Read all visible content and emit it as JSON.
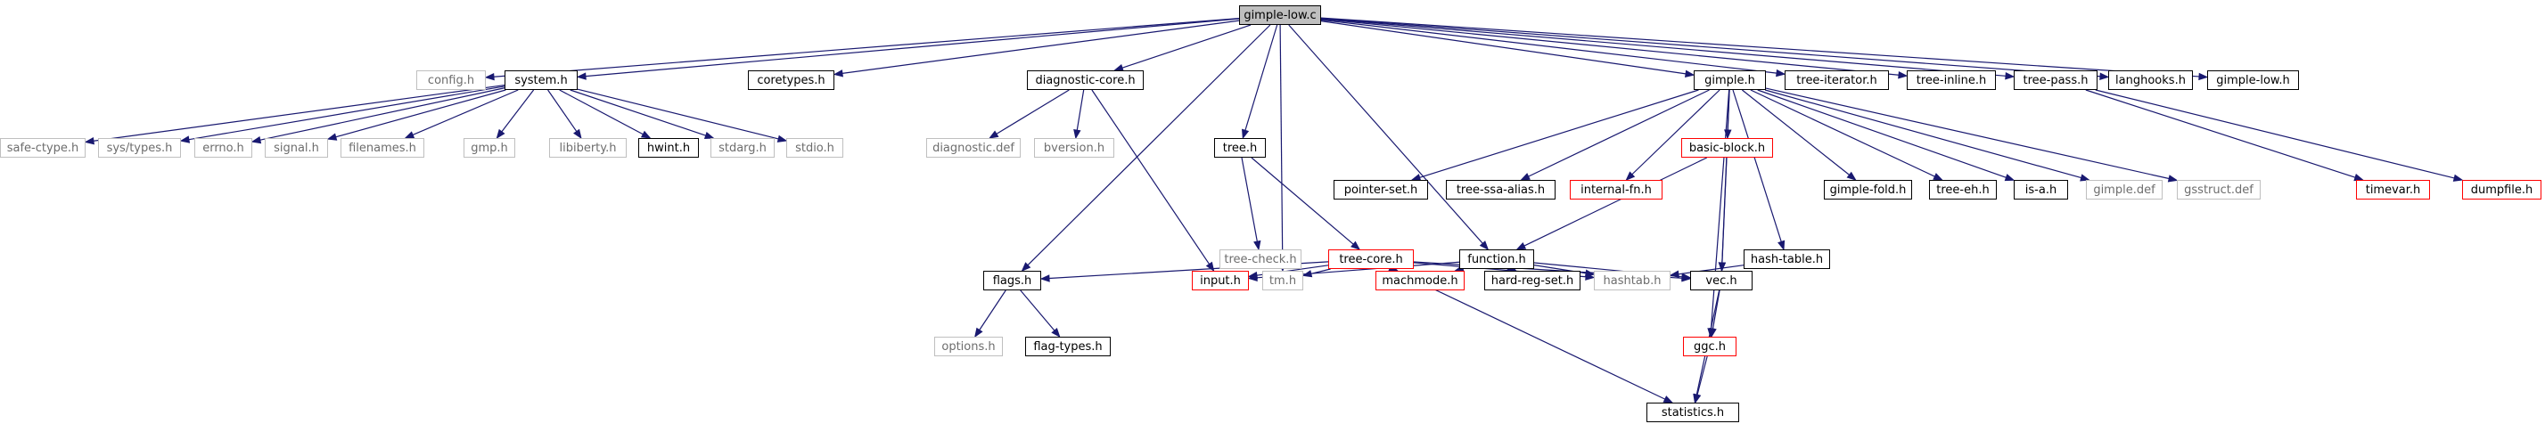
{
  "diagram": {
    "colors": {
      "edge": "#191970",
      "black_border": "#000000",
      "grey_border": "#bfbfbf",
      "grey_text": "#6d6d6d",
      "red_border": "#ff0000",
      "root_fill": "#bfbfbf"
    },
    "nodes": [
      {
        "id": "gimple-low-c",
        "label": "gimple-low.c",
        "style": "root"
      },
      {
        "id": "config-h",
        "label": "config.h",
        "style": "grey"
      },
      {
        "id": "system-h",
        "label": "system.h",
        "style": "black"
      },
      {
        "id": "coretypes-h",
        "label": "coretypes.h",
        "style": "black"
      },
      {
        "id": "diagnostic-core-h",
        "label": "diagnostic-core.h",
        "style": "black"
      },
      {
        "id": "gimple-h",
        "label": "gimple.h",
        "style": "black"
      },
      {
        "id": "tree-iterator-h",
        "label": "tree-iterator.h",
        "style": "black"
      },
      {
        "id": "tree-inline-h",
        "label": "tree-inline.h",
        "style": "black"
      },
      {
        "id": "tree-pass-h",
        "label": "tree-pass.h",
        "style": "black"
      },
      {
        "id": "langhooks-h",
        "label": "langhooks.h",
        "style": "black"
      },
      {
        "id": "gimple-low-h",
        "label": "gimple-low.h",
        "style": "black"
      },
      {
        "id": "safe-ctype-h",
        "label": "safe-ctype.h",
        "style": "grey"
      },
      {
        "id": "sys-types-h",
        "label": "sys/types.h",
        "style": "grey"
      },
      {
        "id": "errno-h",
        "label": "errno.h",
        "style": "grey"
      },
      {
        "id": "signal-h",
        "label": "signal.h",
        "style": "grey"
      },
      {
        "id": "filenames-h",
        "label": "filenames.h",
        "style": "grey"
      },
      {
        "id": "gmp-h",
        "label": "gmp.h",
        "style": "grey"
      },
      {
        "id": "libiberty-h",
        "label": "libiberty.h",
        "style": "grey"
      },
      {
        "id": "hwint-h",
        "label": "hwint.h",
        "style": "black"
      },
      {
        "id": "stdarg-h",
        "label": "stdarg.h",
        "style": "grey"
      },
      {
        "id": "stdio-h",
        "label": "stdio.h",
        "style": "grey"
      },
      {
        "id": "diagnostic-def",
        "label": "diagnostic.def",
        "style": "grey"
      },
      {
        "id": "bversion-h",
        "label": "bversion.h",
        "style": "grey"
      },
      {
        "id": "tree-h",
        "label": "tree.h",
        "style": "black"
      },
      {
        "id": "pointer-set-h",
        "label": "pointer-set.h",
        "style": "black"
      },
      {
        "id": "tree-ssa-alias-h",
        "label": "tree-ssa-alias.h",
        "style": "black"
      },
      {
        "id": "internal-fn-h",
        "label": "internal-fn.h",
        "style": "red"
      },
      {
        "id": "basic-block-h",
        "label": "basic-block.h",
        "style": "red"
      },
      {
        "id": "gimple-fold-h",
        "label": "gimple-fold.h",
        "style": "black"
      },
      {
        "id": "tree-eh-h",
        "label": "tree-eh.h",
        "style": "black"
      },
      {
        "id": "is-a-h",
        "label": "is-a.h",
        "style": "black"
      },
      {
        "id": "gimple-def",
        "label": "gimple.def",
        "style": "grey"
      },
      {
        "id": "gsstruct-def",
        "label": "gsstruct.def",
        "style": "grey"
      },
      {
        "id": "timevar-h",
        "label": "timevar.h",
        "style": "red"
      },
      {
        "id": "dumpfile-h",
        "label": "dumpfile.h",
        "style": "red"
      },
      {
        "id": "tree-check-h",
        "label": "tree-check.h",
        "style": "grey"
      },
      {
        "id": "tree-core-h",
        "label": "tree-core.h",
        "style": "red"
      },
      {
        "id": "function-h",
        "label": "function.h",
        "style": "black"
      },
      {
        "id": "hash-table-h",
        "label": "hash-table.h",
        "style": "black"
      },
      {
        "id": "flags-h",
        "label": "flags.h",
        "style": "black"
      },
      {
        "id": "input-h",
        "label": "input.h",
        "style": "red"
      },
      {
        "id": "tm-h",
        "label": "tm.h",
        "style": "grey"
      },
      {
        "id": "machmode-h",
        "label": "machmode.h",
        "style": "red"
      },
      {
        "id": "hard-reg-set-h",
        "label": "hard-reg-set.h",
        "style": "black"
      },
      {
        "id": "hashtab-h",
        "label": "hashtab.h",
        "style": "grey"
      },
      {
        "id": "vec-h",
        "label": "vec.h",
        "style": "black"
      },
      {
        "id": "options-h",
        "label": "options.h",
        "style": "grey"
      },
      {
        "id": "flag-types-h",
        "label": "flag-types.h",
        "style": "black"
      },
      {
        "id": "ggc-h",
        "label": "ggc.h",
        "style": "red"
      },
      {
        "id": "statistics-h",
        "label": "statistics.h",
        "style": "black"
      }
    ],
    "edges": [
      [
        "gimple-low-c",
        "config-h"
      ],
      [
        "gimple-low-c",
        "system-h"
      ],
      [
        "gimple-low-c",
        "coretypes-h"
      ],
      [
        "gimple-low-c",
        "diagnostic-core-h"
      ],
      [
        "gimple-low-c",
        "gimple-h"
      ],
      [
        "gimple-low-c",
        "tree-iterator-h"
      ],
      [
        "gimple-low-c",
        "tree-inline-h"
      ],
      [
        "gimple-low-c",
        "tree-pass-h"
      ],
      [
        "gimple-low-c",
        "langhooks-h"
      ],
      [
        "gimple-low-c",
        "gimple-low-h"
      ],
      [
        "gimple-low-c",
        "flags-h"
      ],
      [
        "gimple-low-c",
        "tree-h"
      ],
      [
        "gimple-low-c",
        "tm-h"
      ],
      [
        "gimple-low-c",
        "function-h"
      ],
      [
        "system-h",
        "safe-ctype-h"
      ],
      [
        "system-h",
        "sys-types-h"
      ],
      [
        "system-h",
        "errno-h"
      ],
      [
        "system-h",
        "signal-h"
      ],
      [
        "system-h",
        "filenames-h"
      ],
      [
        "system-h",
        "gmp-h"
      ],
      [
        "system-h",
        "libiberty-h"
      ],
      [
        "system-h",
        "hwint-h"
      ],
      [
        "system-h",
        "stdarg-h"
      ],
      [
        "system-h",
        "stdio-h"
      ],
      [
        "diagnostic-core-h",
        "diagnostic-def"
      ],
      [
        "diagnostic-core-h",
        "bversion-h"
      ],
      [
        "diagnostic-core-h",
        "input-h"
      ],
      [
        "gimple-h",
        "pointer-set-h"
      ],
      [
        "gimple-h",
        "tree-ssa-alias-h"
      ],
      [
        "gimple-h",
        "internal-fn-h"
      ],
      [
        "gimple-h",
        "basic-block-h"
      ],
      [
        "gimple-h",
        "gimple-fold-h"
      ],
      [
        "gimple-h",
        "tree-eh-h"
      ],
      [
        "gimple-h",
        "is-a-h"
      ],
      [
        "gimple-h",
        "gimple-def"
      ],
      [
        "gimple-h",
        "gsstruct-def"
      ],
      [
        "gimple-h",
        "hash-table-h"
      ],
      [
        "gimple-h",
        "vec-h"
      ],
      [
        "gimple-h",
        "ggc-h"
      ],
      [
        "tree-pass-h",
        "timevar-h"
      ],
      [
        "tree-pass-h",
        "dumpfile-h"
      ],
      [
        "tree-h",
        "tree-check-h"
      ],
      [
        "tree-h",
        "tree-core-h"
      ],
      [
        "tree-core-h",
        "flags-h"
      ],
      [
        "tree-core-h",
        "input-h"
      ],
      [
        "tree-core-h",
        "tm-h"
      ],
      [
        "tree-core-h",
        "machmode-h"
      ],
      [
        "tree-core-h",
        "hashtab-h"
      ],
      [
        "tree-core-h",
        "vec-h"
      ],
      [
        "tree-core-h",
        "statistics-h"
      ],
      [
        "basic-block-h",
        "function-h"
      ],
      [
        "basic-block-h",
        "vec-h"
      ],
      [
        "function-h",
        "input-h"
      ],
      [
        "function-h",
        "machmode-h"
      ],
      [
        "function-h",
        "hard-reg-set-h"
      ],
      [
        "function-h",
        "hashtab-h"
      ],
      [
        "function-h",
        "vec-h"
      ],
      [
        "hash-table-h",
        "hashtab-h"
      ],
      [
        "flags-h",
        "options-h"
      ],
      [
        "flags-h",
        "flag-types-h"
      ],
      [
        "vec-h",
        "ggc-h"
      ],
      [
        "vec-h",
        "statistics-h"
      ],
      [
        "ggc-h",
        "statistics-h"
      ]
    ]
  }
}
